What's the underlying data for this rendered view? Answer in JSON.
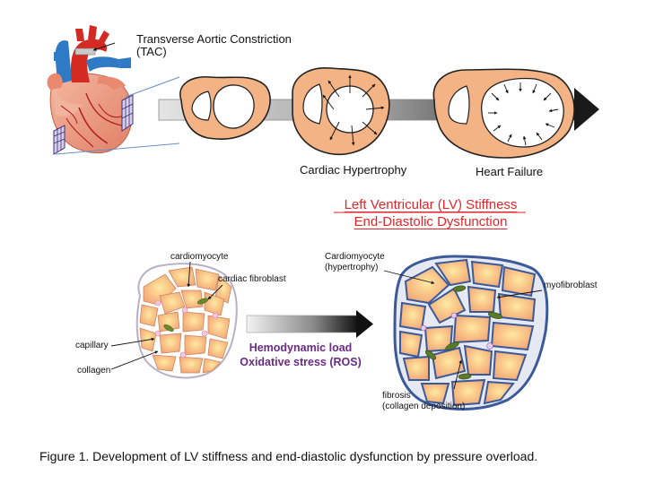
{
  "top": {
    "tac_line1": "Transverse Aortic Constriction",
    "tac_line2": "(TAC)",
    "stage_hypertrophy": "Cardiac Hypertrophy",
    "stage_failure": "Heart Failure"
  },
  "center": {
    "title_line1": "Left Ventricular (LV) Stiffness",
    "title_line2": "End-Diastolic Dysfunction"
  },
  "left_tissue": {
    "cardiomyocyte": "cardiomyocyte",
    "cardiac_fibroblast": "cardiac fibroblast",
    "capillary": "capillary",
    "collagen": "collagen"
  },
  "arrow": {
    "line1": "Hemodynamic load",
    "line2": "Oxidative stress (ROS)"
  },
  "right_tissue": {
    "cardiomyocyte_line1": "Cardiomyocyte",
    "cardiomyocyte_line2": "(hypertrophy)",
    "myofibroblast": "myofibroblast",
    "fibrosis_line1": "fibrosis",
    "fibrosis_line2": "(collagen deposition)"
  },
  "caption": "Figure 1. Development of LV stiffness and end-diastolic dysfunction by pressure overload.",
  "colors": {
    "myocardium": "#f4b385",
    "cell_fill": "#f6b383",
    "cell_core": "#fbe59a",
    "fibrosis_blue": "#3a5a9a",
    "fibroblast_green": "#5a7a2a",
    "title_red": "#e0262a",
    "load_purple": "#6a2a86"
  }
}
